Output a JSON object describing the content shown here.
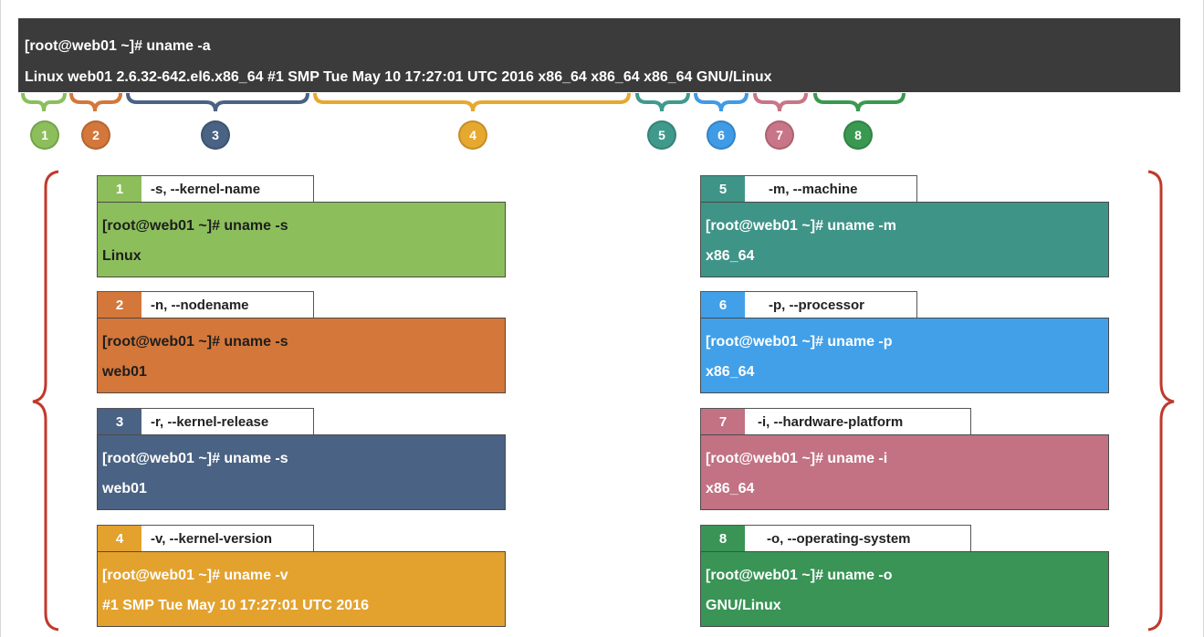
{
  "terminal": {
    "line1": "[root@web01 ~]# uname -a",
    "line2": "Linux web01 2.6.32-642.el6.x86_64 #1 SMP Tue May 10 17:27:01 UTC 2016 x86_64 x86_64 x86_64 GNU/Linux"
  },
  "markers": [
    {
      "num": "1",
      "color": "#8cbf5c"
    },
    {
      "num": "2",
      "color": "#d4773a"
    },
    {
      "num": "3",
      "color": "#4a6283"
    },
    {
      "num": "4",
      "color": "#e6a82f"
    },
    {
      "num": "5",
      "color": "#3f9a8c"
    },
    {
      "num": "6",
      "color": "#3f9be6"
    },
    {
      "num": "7",
      "color": "#c87587"
    },
    {
      "num": "8",
      "color": "#3a9950"
    }
  ],
  "cards": [
    {
      "num": "1",
      "option": "-s, --kernel-name",
      "command": "[root@web01 ~]# uname -s",
      "output": "Linux",
      "color": "#8cbf5c"
    },
    {
      "num": "2",
      "option": "-n, --nodename",
      "command": "[root@web01 ~]# uname -s",
      "output": "web01",
      "color": "#d4773a"
    },
    {
      "num": "3",
      "option": "-r, --kernel-release",
      "command": "[root@web01 ~]# uname -s",
      "output": "web01",
      "color": "#4a6283"
    },
    {
      "num": "4",
      "option": "-v, --kernel-version",
      "command": "[root@web01 ~]# uname -v",
      "output": "#1 SMP Tue May 10 17:27:01 UTC 2016",
      "color": "#e3a22e"
    },
    {
      "num": "5",
      "option": "-m, --machine",
      "command": "[root@web01 ~]# uname -m",
      "output": "x86_64",
      "color": "#3f9488"
    },
    {
      "num": "6",
      "option": "-p, --processor",
      "command": "[root@web01 ~]# uname -p",
      "output": "x86_64",
      "color": "#42a0e8"
    },
    {
      "num": "7",
      "option": "-i, --hardware-platform",
      "command": "[root@web01 ~]# uname -i",
      "output": "x86_64",
      "color": "#c27283"
    },
    {
      "num": "8",
      "option": "-o, --operating-system",
      "command": "[root@web01 ~]# uname -o",
      "output": "GNU/Linux",
      "color": "#399455"
    }
  ]
}
